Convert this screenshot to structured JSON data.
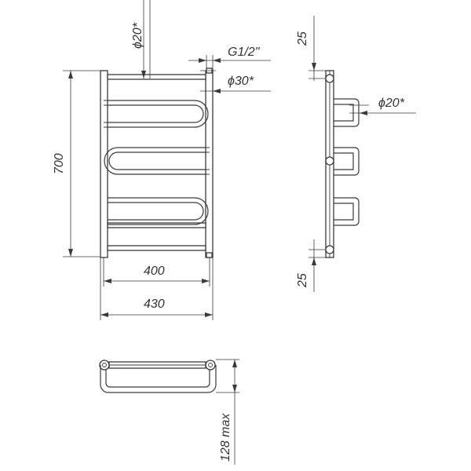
{
  "labels": {
    "d20_top": "ϕ20*",
    "thread": "G1/2\"",
    "d30": "ϕ30*",
    "height": "700",
    "center_distance": "400",
    "width": "430",
    "offset_top": "25",
    "offset_bottom": "25",
    "d20_side": "ϕ20*",
    "depth": "128 max"
  },
  "colors": {
    "line": "#3a3a3a",
    "background": "#ffffff"
  }
}
